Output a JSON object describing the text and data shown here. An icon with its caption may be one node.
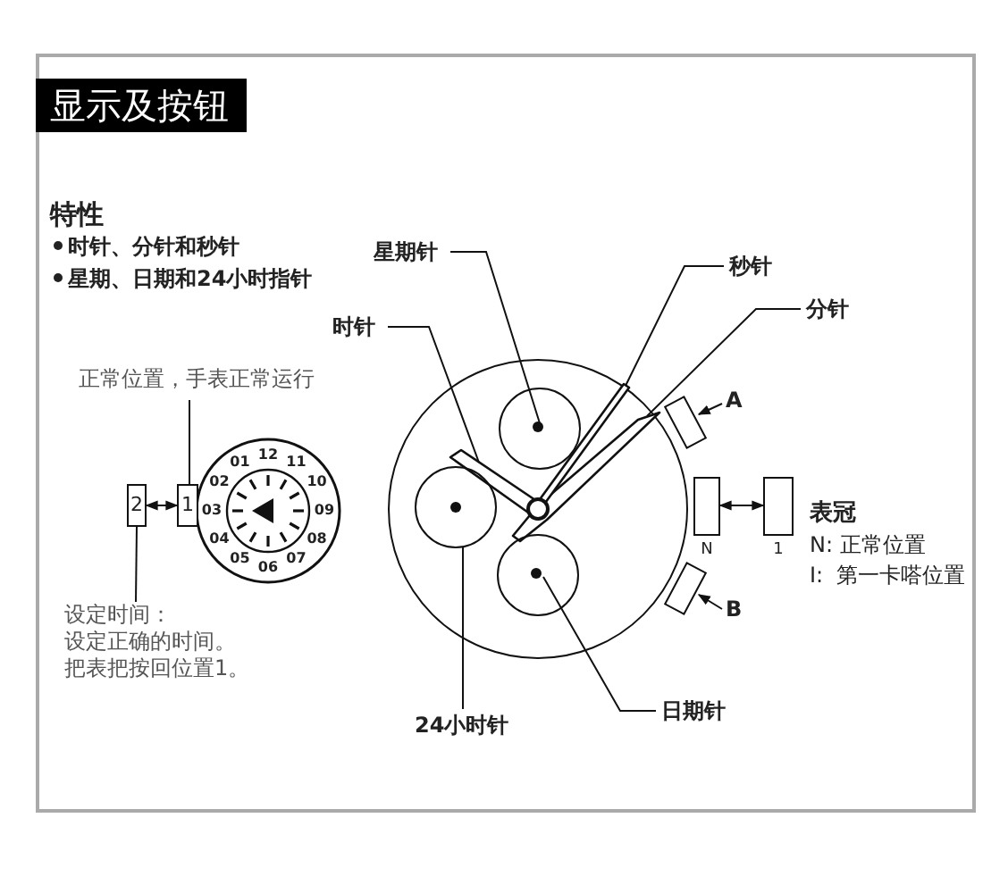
{
  "diagram": {
    "title": "显示及按钮",
    "nodes": [
      {
        "text": [
          "正常位置，手表正常运行"
        ]
      },
      {
        "text": [
          "2"
        ]
      },
      {
        "text": [
          "1"
        ]
      },
      {
        "text": [
          "设定时间：",
          "设定正确的时间。把表把按回位置1。"
        ]
      },
      {
        "text": [
          "星期针"
        ]
      },
      {
        "text": [
          "时针"
        ]
      },
      {
        "text": [
          "秒针"
        ]
      },
      {
        "text": [
          "分针"
        ]
      },
      {
        "text": [
          "24小时针"
        ]
      },
      {
        "text": [
          "日期针"
        ]
      },
      {
        "text": [],
        "shape": "circle"
      },
      {
        "text": [],
        "shape": "circle",
        "in": 10
      },
      {
        "text": [],
        "shape": "dot",
        "in": 11
      },
      {
        "text": [],
        "shape": "circle",
        "in": 10
      },
      {
        "text": [],
        "shape": "circle",
        "in": 10
      },
      {
        "text": [],
        "shape": "dot",
        "in": 14
      },
      {
        "text": [],
        "shape": "hand",
        "in": 10
      },
      {
        "text": [],
        "shape": "hand",
        "in": 10
      },
      {
        "text": [],
        "shape": "hand",
        "in": 10
      },
      {
        "text": [
          "A"
        ]
      },
      {
        "text": [],
        "shape": "box"
      },
      {
        "text": [],
        "shape": "box",
        "beside": [
          "N"
        ]
      },
      {
        "text": [],
        "shape": "box",
        "beside": [
          "1"
        ]
      },
      {
        "text": [
          "B"
        ]
      },
      {
        "text": [],
        "shape": "box"
      }
    ],
    "edges": [
      {
        "from": 0,
        "to": 2,
        "arrow": "none"
      },
      {
        "from": 3,
        "to": 1,
        "arrow": "none"
      },
      {
        "from": 1,
        "to": 2,
        "arrow": "both"
      },
      {
        "from": 4,
        "to": 12,
        "arrow": "none"
      },
      {
        "from": 5,
        "to": 16,
        "arrow": "none"
      },
      {
        "from": 6,
        "to": 18,
        "arrow": "none"
      },
      {
        "from": 7,
        "to": 17,
        "arrow": "none"
      },
      {
        "from": 8,
        "to": 13,
        "arrow": "none"
      },
      {
        "from": 9,
        "to": 15,
        "arrow": "none"
      },
      {
        "from": 19,
        "to": 20,
        "arrow": "to"
      },
      {
        "from": 21,
        "to": 22,
        "arrow": "both"
      },
      {
        "from": 23,
        "to": 24,
        "arrow": "to"
      }
    ],
    "labels": [
      "特性",
      "时针、分针和秒针",
      "星期、日期和24小时指针",
      "表冠",
      "N: 正常位置",
      "I:  第一卡嗒位置",
      "12",
      "01",
      "02",
      "03",
      "04",
      "05",
      "06",
      "07",
      "08",
      "09",
      "10",
      "11"
    ]
  }
}
